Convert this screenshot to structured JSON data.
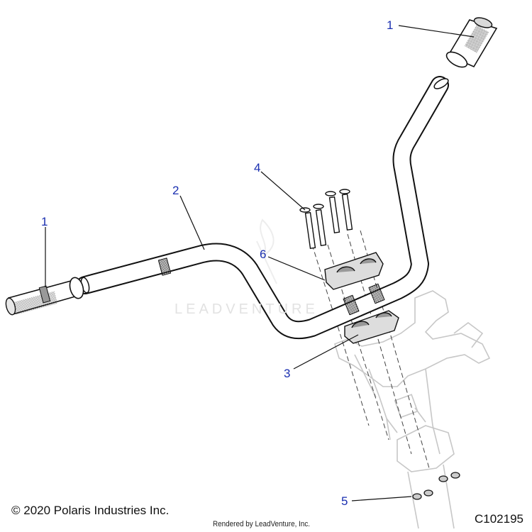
{
  "callouts": [
    {
      "id": "grip-right",
      "label": "1"
    },
    {
      "id": "grip-left",
      "label": "1"
    },
    {
      "id": "handlebar",
      "label": "2"
    },
    {
      "id": "clamp-lower",
      "label": "3"
    },
    {
      "id": "bolts",
      "label": "4"
    },
    {
      "id": "nuts",
      "label": "5"
    },
    {
      "id": "clamp-upper",
      "label": "6"
    }
  ],
  "watermark": "LEADVENTURE",
  "copyright": "© 2020 Polaris Industries Inc.",
  "rendered_by": "Rendered by LeadVenture, Inc.",
  "diagram_code": "C102195",
  "colors": {
    "callout": "#1a2fb0",
    "line": "#111111",
    "watermark": "#e2e2e2"
  }
}
